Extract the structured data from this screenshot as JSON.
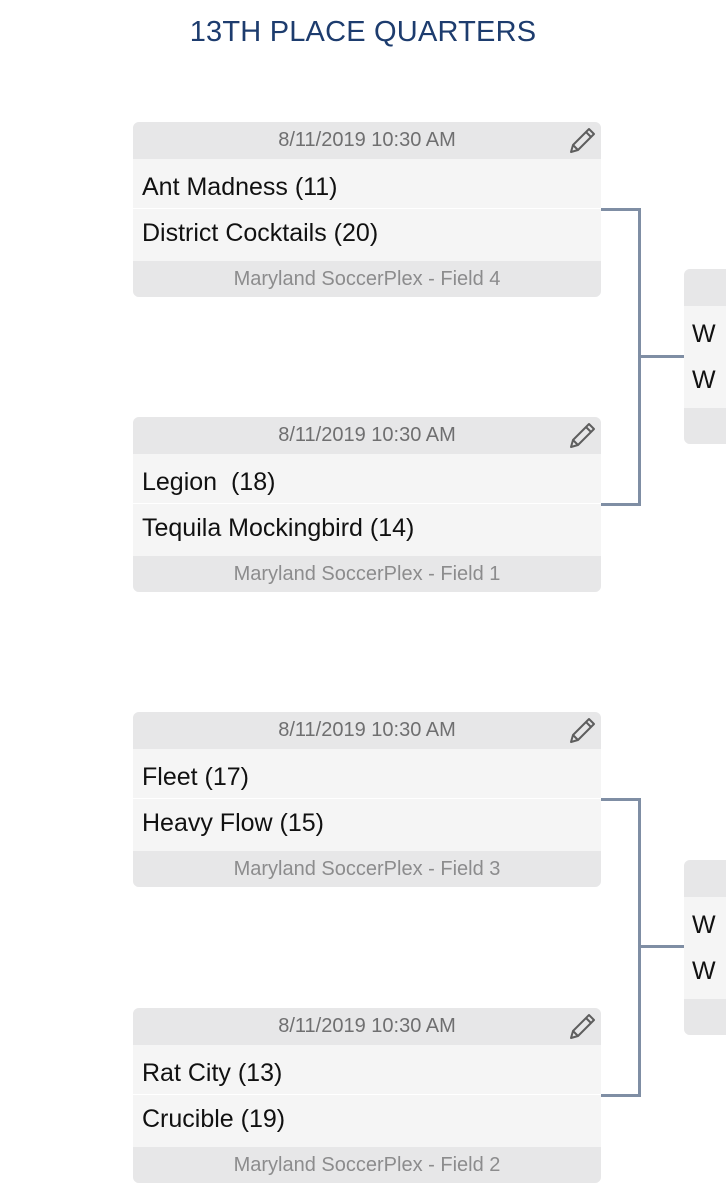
{
  "title": "13TH PLACE QUARTERS",
  "icons": {
    "edit": "pencil-icon"
  },
  "colors": {
    "title": "#1d3c6e",
    "connector": "#7f8ea4",
    "card_bg": "#f5f5f5",
    "card_band": "#e7e7e8"
  },
  "matches": [
    {
      "datetime": "8/11/2019 10:30 AM",
      "team1": "Ant Madness (11)",
      "team2": "District Cocktails (20)",
      "location": "Maryland SoccerPlex - Field 4"
    },
    {
      "datetime": "8/11/2019 10:30 AM",
      "team1": "Legion  (18)",
      "team2": "Tequila Mockingbird (14)",
      "location": "Maryland SoccerPlex - Field 1"
    },
    {
      "datetime": "8/11/2019 10:30 AM",
      "team1": "Fleet (17)",
      "team2": "Heavy Flow (15)",
      "location": "Maryland SoccerPlex - Field 3"
    },
    {
      "datetime": "8/11/2019 10:30 AM",
      "team1": "Rat City (13)",
      "team2": "Crucible (19)",
      "location": "Maryland SoccerPlex - Field 2"
    }
  ],
  "next_round": [
    {
      "slot1": "W",
      "slot2": "W"
    },
    {
      "slot1": "W",
      "slot2": "W"
    }
  ]
}
